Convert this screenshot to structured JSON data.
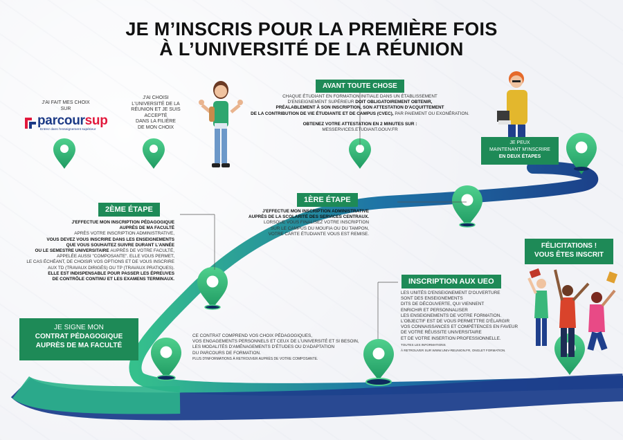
{
  "title": {
    "line1": "JE M’INSCRIS POUR LA PREMIÈRE FOIS",
    "line2": "À L’UNIVERSITÉ DE LA RÉUNION"
  },
  "step_choice": {
    "line1": "J'AI FAIT MES CHOIX",
    "line2": "SUR"
  },
  "parcoursup": {
    "name_left": "parcour",
    "name_right": "sup",
    "tagline": "Entrez dans l'enseignement supérieur"
  },
  "step_accepted": {
    "lines": [
      "J'AI CHOISI",
      "L'UNIVERSITÉ DE LA",
      "RÉUNION ET JE SUIS",
      "ACCEPTÉ",
      "DANS LA FILIÈRE",
      "DE MON CHOIX"
    ]
  },
  "avant": {
    "label": "AVANT TOUTE CHOSE",
    "l1": "CHAQUE ÉTUDIANT EN FORMATION INITIALE DANS UN ÉTABLISSEMENT",
    "l2a": "D'ENSEIGNEMENT SUPÉRIEUR ",
    "l2b": "DOIT OBLIGATOIREMENT OBTENIR,",
    "l3": "PRÉALABLEMENT À SON INSCRIPTION, SON ATTESTATION D'ACQUITTEMENT",
    "l4a": "DE LA CONTRIBUTION DE VIE ÉTUDIANTE ET DE CAMPUS (CVEC), ",
    "l4b": "PAR PAIEMENT OU EXONÉRATION.",
    "l5": "OBTENEZ VOTRE ATTESTATION EN 2 MINUTES SUR :",
    "l6": "MESSERVICES.ETUDIANT.GOUV.FR"
  },
  "maintenant": {
    "l1": "JE PEUX",
    "l2": "MAINTENANT M'INSCRIRE",
    "l3": "EN DEUX ÉTAPES"
  },
  "etape1": {
    "label": "1ÈRE ÉTAPE",
    "h1": "J'EFFECTUE MON INSCRIPTION ADMINISTRATIVE",
    "h2": "AUPRÈS DE LA SCOLARITÉ DES SERVICES CENTRAUX.",
    "l1": "LORSQUE VOUS FINALISEZ VOTRE INSCRIPTION",
    "l2": "SUR LE CAMPUS DU MOUFIA OU DU TAMPON,",
    "l3": "VOTRE CARTE ÉTUDIANTE VOUS EST REMISE."
  },
  "etape2": {
    "label": "2ÈME ÉTAPE",
    "h1": "J'EFFECTUE MON INSCRIPTION PÉDAGOGIQUE",
    "h2": "AUPRÈS DE MA FACULTÉ",
    "l1": "APRÈS VOTRE INSCRIPTION ADMINISTRATIVE,",
    "l2": "VOUS DEVEZ VOUS INSCRIRE DANS LES ENSEIGNEMENTS",
    "l3": "QUE VOUS SOUHAITEZ SUIVRE DURANT L'ANNÉE",
    "l4a": "OU LE SEMESTRE UNIVERSITAIRE ",
    "l4b": "AUPRÈS DE VOTRE FACULTÉ,",
    "l5": "APPELÉE AUSSI \"COMPOSANTE\". ELLE VOUS PERMET,",
    "l6": "LE CAS ÉCHÉANT, DE CHOISIR VOS OPTIONS ET DE VOUS INSCRIRE",
    "l7": "AUX TD (TRAVAUX DIRIGÉS) OU TP (TRAVAUX PRATIQUES).",
    "l8": "ELLE EST INDISPENSABLE POUR PASSER LES ÉPREUVES",
    "l9": "DE CONTRÔLE CONTINU ET LES EXAMENS TERMINAUX."
  },
  "contrat_box": {
    "l1": "JE SIGNE MON",
    "l2": "CONTRAT PÉDAGOGIQUE",
    "l3": "AUPRÈS DE MA FACULTÉ"
  },
  "contrat_text": {
    "l1": "CE CONTRAT COMPREND VOS CHOIX PÉDAGOGIQUES,",
    "l2": "VOS ENGAGEMENTS PERSONNELS ET CEUX DE L'UNIVERSITÉ ET SI BESOIN,",
    "l3": "LES MODALITÉS D'AMÉNAGEMENTS D'ÉTUDES OU D'ADAPTATION",
    "l4": "DU PARCOURS DE FORMATION.",
    "l5": "PLUS D'INFORMATIONS À RETROUVER AUPRÈS DE VOTRE COMPOSANTE."
  },
  "ueo": {
    "label": "INSCRIPTION AUX UEO",
    "l1": "LES UNITÉS D'ENSEIGNEMENT D'OUVERTURE",
    "l2": "SONT DES ENSEIGNEMENTS",
    "l3": "DITS DE DÉCOUVERTE, QUI VIENNENT",
    "l4": "ENRICHIR ET PERSONNALISER",
    "l5": "LES ENSEIGNEMENTS DE VOTRE FORMATION.",
    "l6": "L'OBJECTIF EST DE VOUS PERMETTRE D'ÉLARGIR",
    "l7": "VOS CONNAISSANCES ET COMPÉTENCES EN FAVEUR",
    "l8": "DE VOTRE RÉUSSITE UNIVERSITAIRE",
    "l9": "ET DE VOTRE INSERTION PROFESSIONNELLE.",
    "l10": "TOUTES LES INFORMATIONS",
    "l11": "À RETROUVER SUR WWW.UNIV-REUNION.FR, ONGLET FORMATION."
  },
  "felicitations": {
    "l1": "FÉLICITATIONS !",
    "l2": "VOUS ÊTES INSCRIT"
  },
  "colors": {
    "green": "#1e8a57",
    "pin_green": "#3ab77a",
    "road_blue": "#1d3f8c",
    "road_teal": "#2bb48b"
  }
}
